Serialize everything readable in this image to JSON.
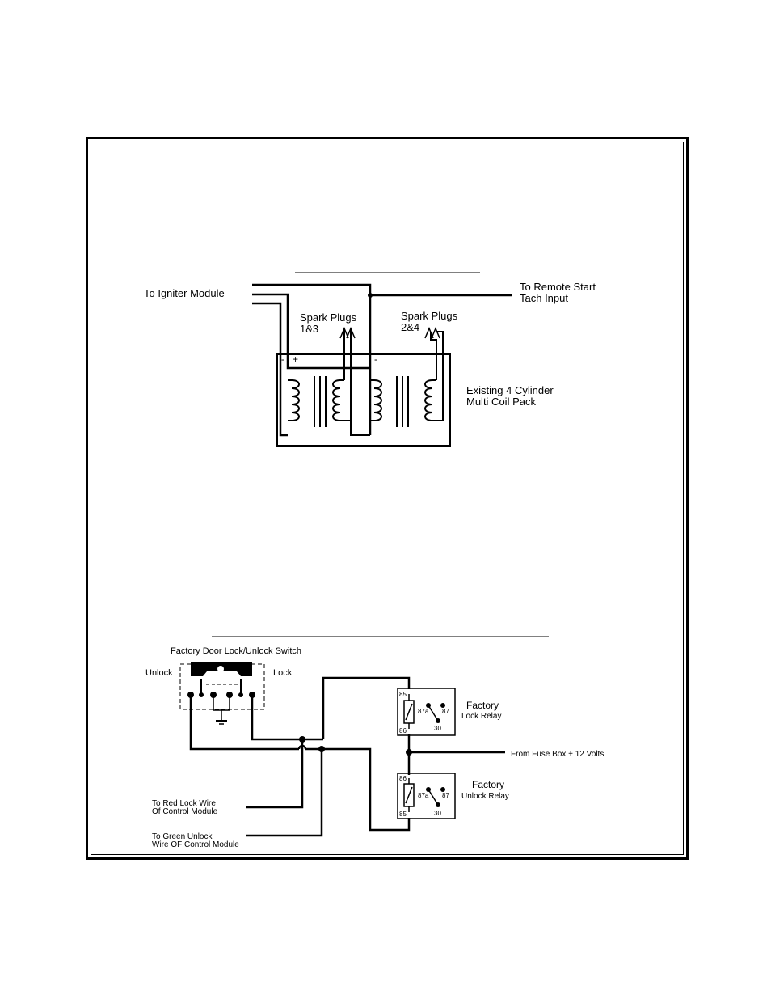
{
  "coil_diagram": {
    "igniter_label": "To Igniter Module",
    "tach_label_line1": "To Remote Start",
    "tach_label_line2": "Tach Input",
    "plugs_a_line1": "Spark Plugs",
    "plugs_a_line2": "1&3",
    "plugs_b_line1": "Spark Plugs",
    "plugs_b_line2": "2&4",
    "pack_line1": "Existing 4 Cylinder",
    "pack_line2": "Multi Coil Pack",
    "minus_left": "-",
    "plus_sign": "+",
    "minus_right": "-"
  },
  "lock_diagram": {
    "switch_title": "Factory Door Lock/Unlock Switch",
    "unlock_label": "Unlock",
    "lock_label": "Lock",
    "lock_relay_line1": "Factory",
    "lock_relay_line2": "Lock Relay",
    "unlock_relay_line1": "Factory",
    "unlock_relay_line2": "Unlock Relay",
    "fuse_label": "From Fuse Box + 12 Volts",
    "red_wire_line1": "To Red Lock Wire",
    "red_wire_line2": "Of Control Module",
    "green_wire_line1": "To Green Unlock",
    "green_wire_line2": "Wire OF Control Module",
    "lock_pin_85": "85",
    "lock_pin_86": "86",
    "lock_pin_87a": "87a",
    "lock_pin_87": "87",
    "lock_pin_30": "30",
    "unlock_pin_86": "86",
    "unlock_pin_85": "85",
    "unlock_pin_87a": "87a",
    "unlock_pin_87": "87",
    "unlock_pin_30": "30"
  }
}
